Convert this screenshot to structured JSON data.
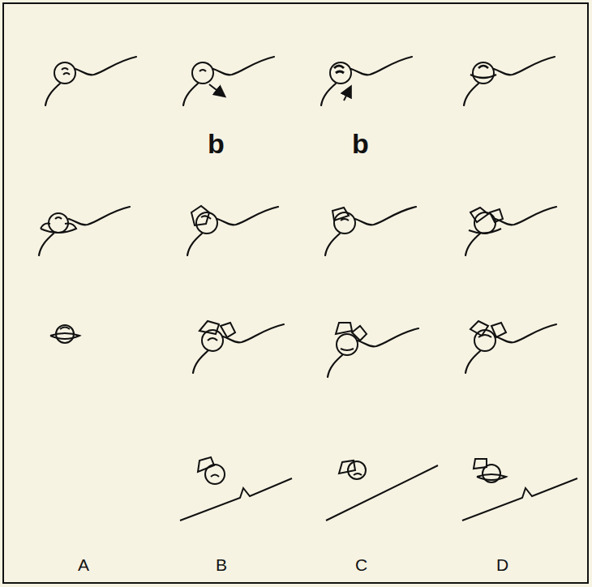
{
  "diagram": {
    "labels": [
      "b",
      "b",
      "A",
      "B",
      "C",
      "D"
    ]
  }
}
